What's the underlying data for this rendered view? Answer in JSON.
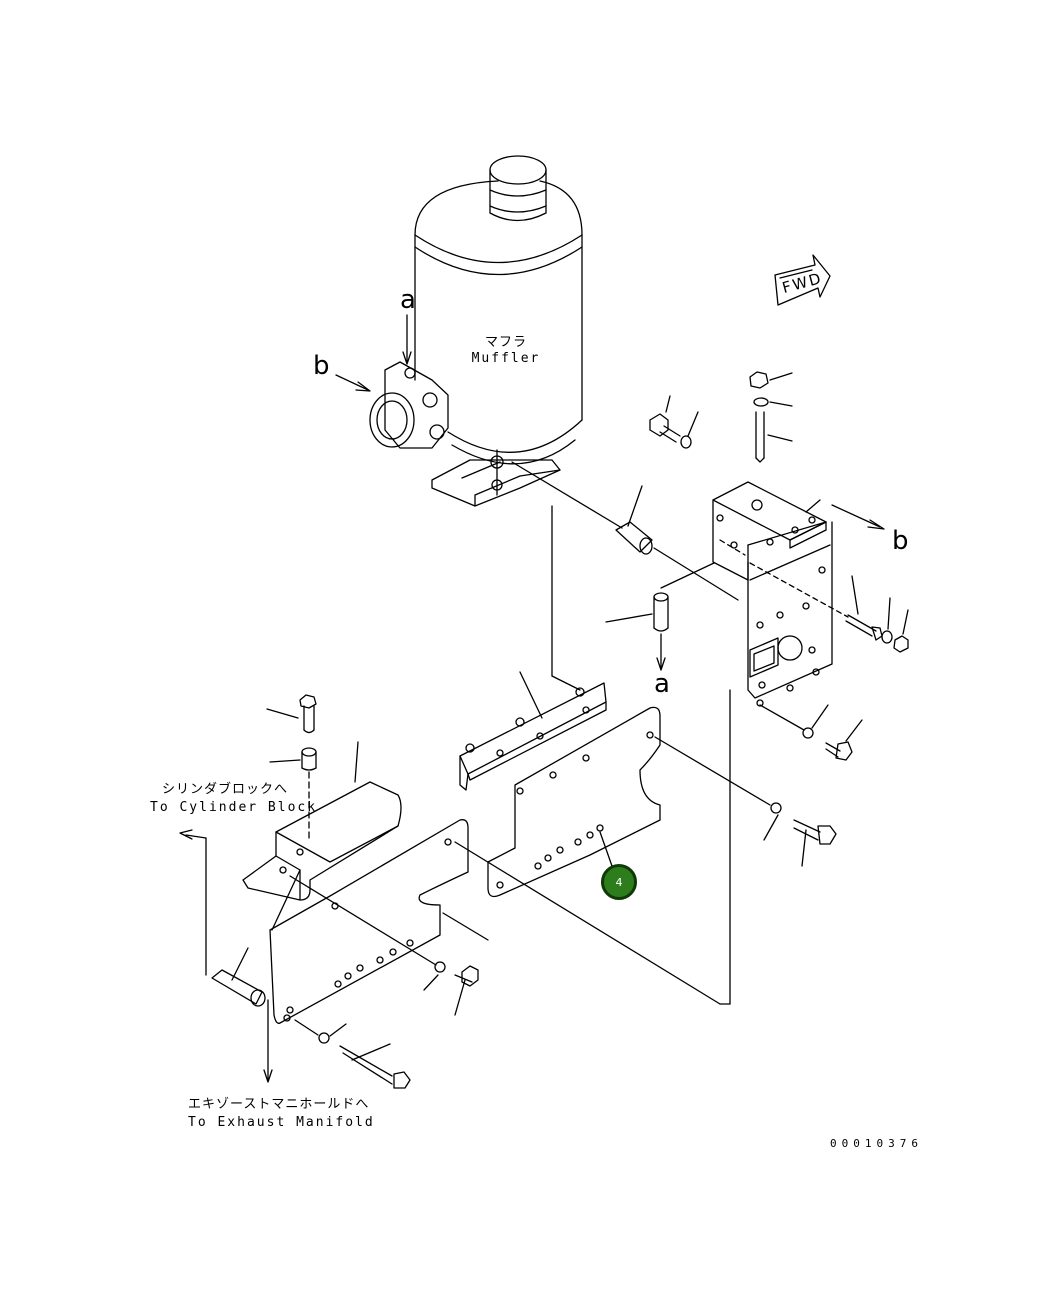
{
  "labels": {
    "muffler_jp": "マフラ",
    "muffler_en": "Muffler",
    "cylinder_block_jp": "シリンダブロックへ",
    "cylinder_block_en": "To Cylinder Block",
    "exhaust_manifold_jp": "エキゾーストマニホールドへ",
    "exhaust_manifold_en": "To Exhaust Manifold",
    "fwd": "FWD",
    "ref_a_top": "a",
    "ref_a_bottom": "a",
    "ref_b_left": "b",
    "ref_b_right": "b"
  },
  "callouts": [
    {
      "number": "4",
      "color": "#2e7d1c"
    }
  ],
  "drawing_number": "00010376",
  "colors": {
    "line": "#000000",
    "callout_fill": "#2e7d1c",
    "callout_border": "#0f3a08"
  }
}
